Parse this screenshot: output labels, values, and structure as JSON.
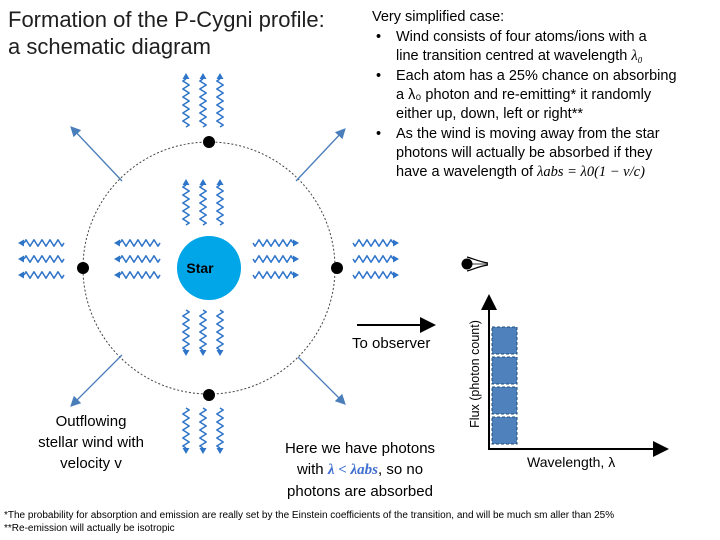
{
  "title": {
    "line1": "Formation of the P-Cygni profile:",
    "line2": "a schematic diagram"
  },
  "notes": {
    "heading": "Very simplified case:",
    "bullet1_line1": "Wind consists of four atoms/ions with a",
    "bullet1_line2": "line transition centred at wavelength",
    "bullet1_symbol": "λ₀",
    "bullet2_line1_pre": "Each atom has a 25% chance on absorbing",
    "bullet2_line2": "a λ₀ photon and re-emitting* it randomly",
    "bullet2_line3": "either up, down, left or right**",
    "bullet3_line1": "As the wind is moving away from the star",
    "bullet3_line2": "photons will actually be absorbed if they",
    "bullet3_line3_pre": "have a wavelength of",
    "bullet3_formula": "λabs = λ0(1 − v/c)"
  },
  "diagram": {
    "star_label": "Star",
    "observer_label": "To observer",
    "wind_label_line1": "Outflowing",
    "wind_label_line2": "stellar wind with",
    "wind_label_line3": "velocity v",
    "photons_line1": "Here we have photons",
    "photons_line2_pre": "with",
    "photons_line2_cond": "λ < λabs",
    "photons_line2_post": ", so no",
    "photons_line3": "photons are absorbed",
    "y_axis_label": "Flux (photon count)",
    "x_axis_label": "Wavelength, λ"
  },
  "histogram": {
    "photon_boxes": 4
  },
  "colors": {
    "star": "#00a6e8",
    "photon": "#2e74c8",
    "arrow": "#4a7ebb",
    "box_fill": "#4f81bd",
    "box_stroke": "#1f4e79",
    "cond_blue": "#3f6fd0",
    "cond_green": "#00a050"
  },
  "footnotes": {
    "f1": "*The probability for absorption and emission are really set by the Einstein coefficients of the transition, and will be much sm aller than 25%",
    "f2": "**Re-emission will actually be isotropic"
  }
}
